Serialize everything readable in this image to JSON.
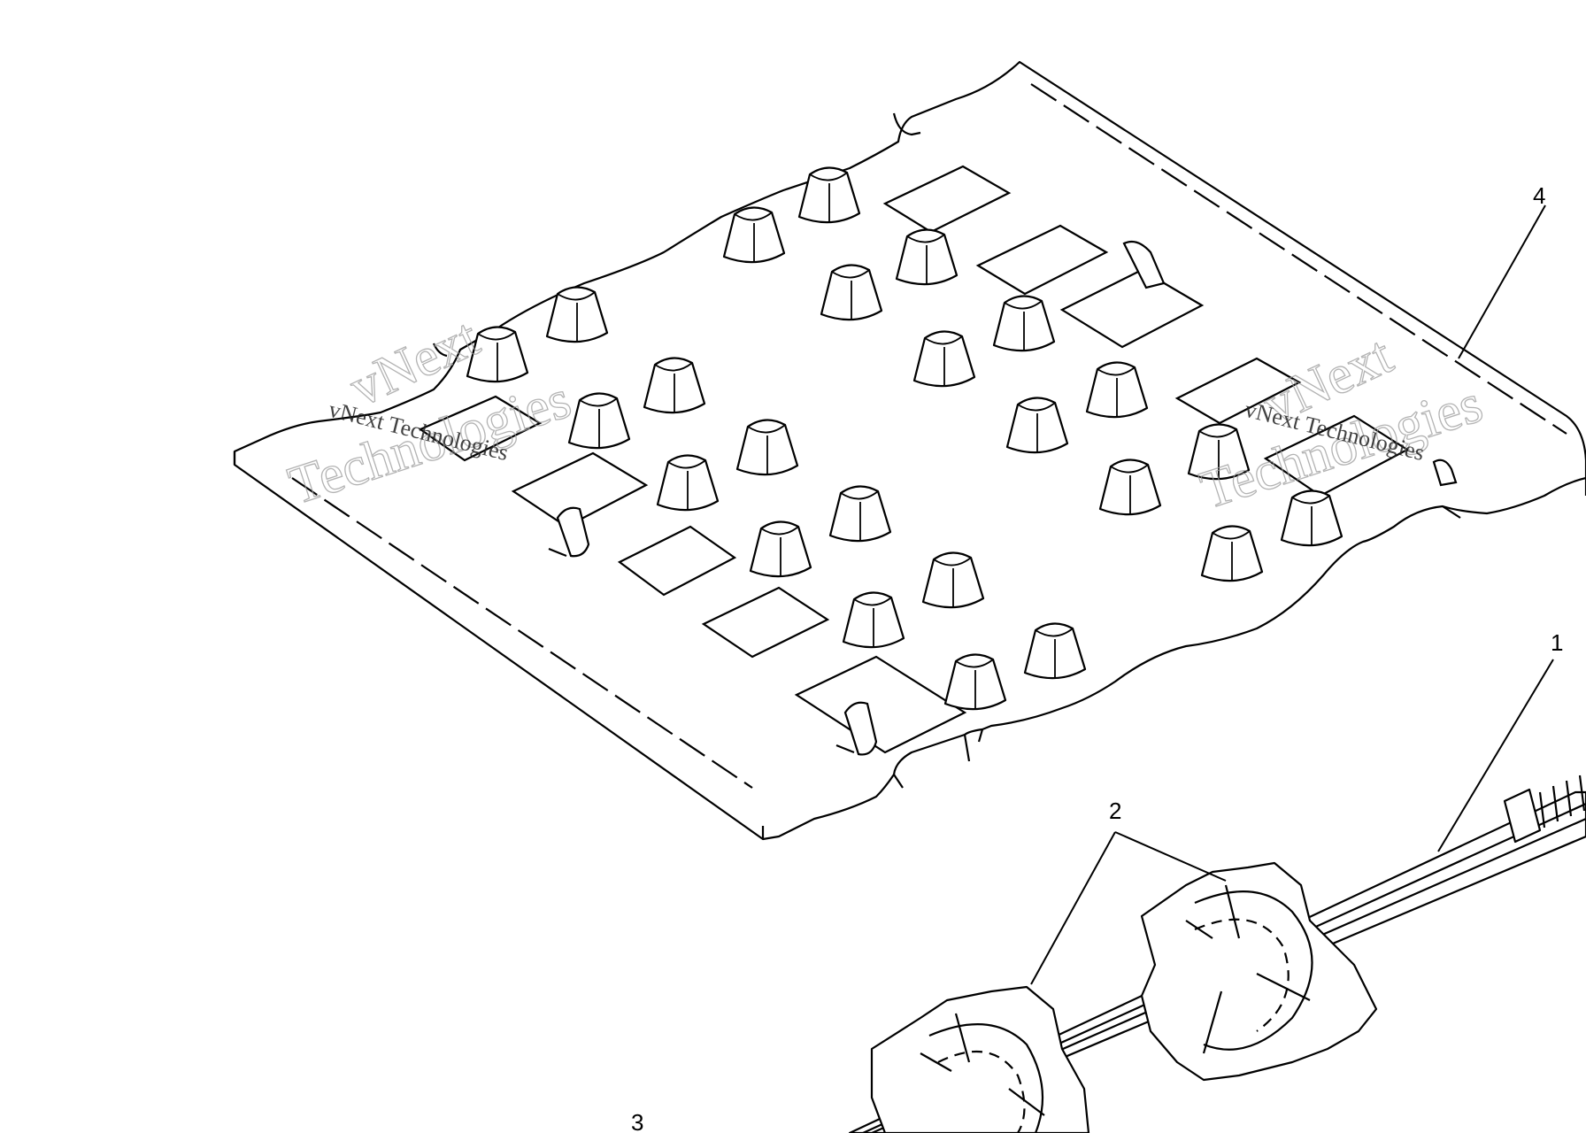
{
  "callouts": {
    "c1": "1",
    "c2": "2",
    "c3": "3",
    "c4": "4"
  },
  "watermark": {
    "brand": "vNext",
    "company": "Technologies",
    "full": "vNext Technologies"
  },
  "colors": {
    "line": "#000000",
    "background": "#ffffff",
    "watermark": "#9a9a9a"
  }
}
